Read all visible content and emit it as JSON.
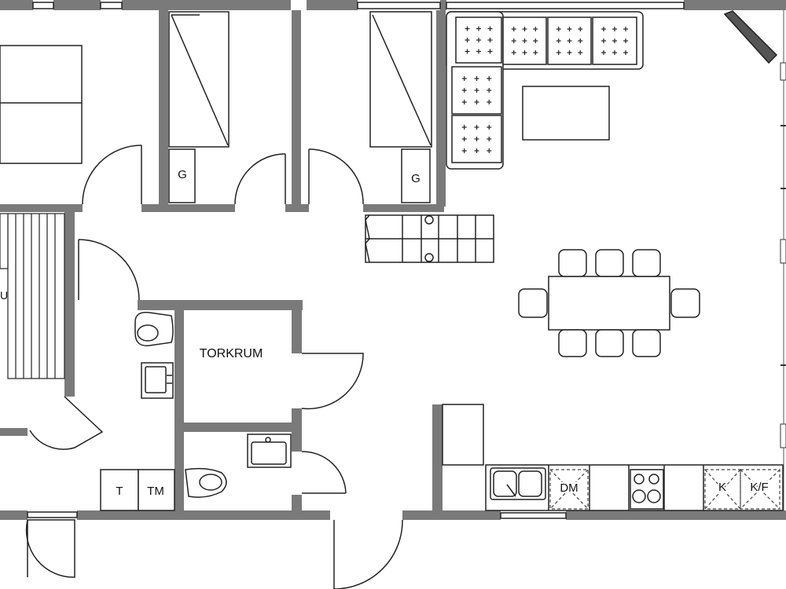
{
  "plan": {
    "labels": {
      "torkrum": "TORKRUM",
      "wardrobe_left": "G",
      "wardrobe_right": "G",
      "toilet_t": "T",
      "toilet_tm": "TM",
      "dishwasher": "DM",
      "fridge_k": "K",
      "fridge_kf": "K/F",
      "edge_letter": "U"
    },
    "colors": {
      "wall": "#7a7a7a",
      "line": "#222222",
      "background": "#ffffff"
    }
  }
}
